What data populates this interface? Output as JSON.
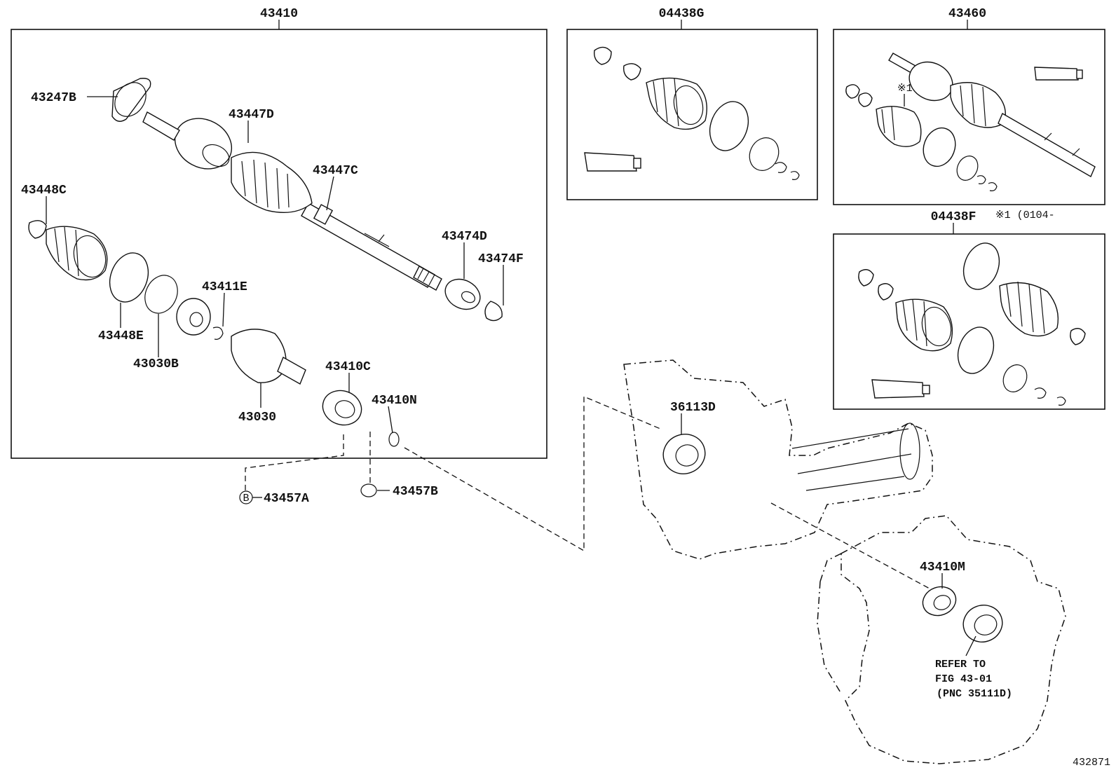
{
  "diagram_id": "432871",
  "groups": {
    "main_assembly": "43410",
    "boot_kit_g": "04438G",
    "other_shaft": "43460",
    "boot_kit_f": "04438F",
    "mark_note": "※1 (0104-          )"
  },
  "mark": "※1",
  "parts": {
    "p43247B": "43247B",
    "p43447D": "43447D",
    "p43447C": "43447C",
    "p43448C": "43448C",
    "p43474D": "43474D",
    "p43474F": "43474F",
    "p43411E": "43411E",
    "p43448E": "43448E",
    "p43030B": "43030B",
    "p43410C": "43410C",
    "p43410N": "43410N",
    "p43030": "43030",
    "p43457A": "43457A",
    "p43457B": "43457B",
    "p36113D": "36113D",
    "p43410M": "43410M"
  },
  "circle_marker": "B",
  "refer_note": {
    "line1": "REFER TO",
    "line2": "FIG 43-01",
    "line3": "(PNC 35111D)"
  }
}
